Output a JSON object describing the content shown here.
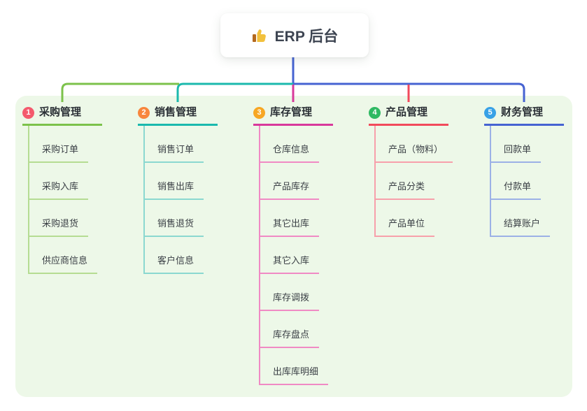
{
  "root": {
    "title": "ERP 后台",
    "icon": "thumbs-up",
    "icon_colors": {
      "hand": "#f2c13d",
      "cuff": "#b4691e"
    }
  },
  "page": {
    "background": "#ffffff"
  },
  "panel": {
    "background": "#edf8e8"
  },
  "branches": [
    {
      "index": "1",
      "title": "采购管理",
      "badge_color": "#f45a6d",
      "line_color": "#7cc24b",
      "child_line_color": "#b5dc92",
      "children": [
        "采购订单",
        "采购入库",
        "采购退货",
        "供应商信息"
      ]
    },
    {
      "index": "2",
      "title": "销售管理",
      "badge_color": "#f8863d",
      "line_color": "#1bb9ad",
      "child_line_color": "#8bd8d0",
      "children": [
        "销售订单",
        "销售出库",
        "销售退货",
        "客户信息"
      ]
    },
    {
      "index": "3",
      "title": "库存管理",
      "badge_color": "#f7a723",
      "line_color": "#d8399b",
      "child_line_color": "#f08ac4",
      "children": [
        "仓库信息",
        "产品库存",
        "其它出库",
        "其它入库",
        "库存调拨",
        "库存盘点",
        "出库库明细"
      ]
    },
    {
      "index": "4",
      "title": "产品管理",
      "badge_color": "#2fb963",
      "line_color": "#f24a5c",
      "child_line_color": "#f7a0ab",
      "children": [
        "产品（物料）",
        "产品分类",
        "产品单位"
      ]
    },
    {
      "index": "5",
      "title": "财务管理",
      "badge_color": "#38a1e6",
      "line_color": "#4663d2",
      "child_line_color": "#9cb1e6",
      "children": [
        "回款单",
        "付款单",
        "结算账户"
      ]
    }
  ]
}
